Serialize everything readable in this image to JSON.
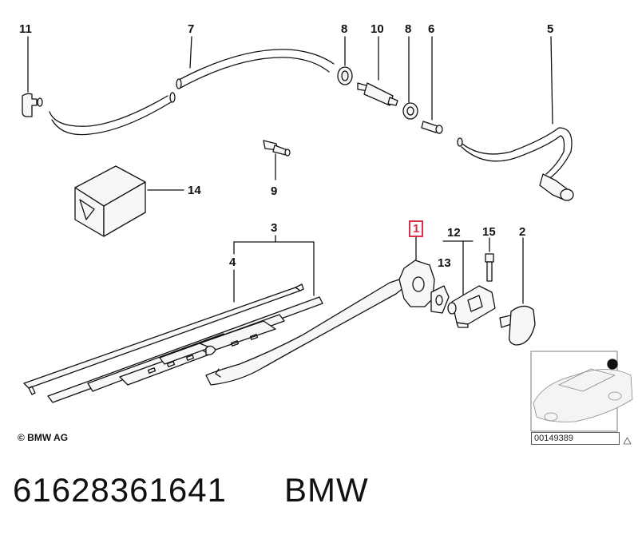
{
  "diagram": {
    "callouts": {
      "c11": "11",
      "c7": "7",
      "c8a": "8",
      "c10": "10",
      "c8b": "8",
      "c6": "6",
      "c5": "5",
      "c14": "14",
      "c9": "9",
      "c3": "3",
      "c4": "4",
      "c1": "1",
      "c12": "12",
      "c13": "13",
      "c15": "15",
      "c2": "2"
    },
    "copyright": "© BMW AG",
    "diagram_ref": "00149389"
  },
  "footer": {
    "part_number": "61628361641",
    "brand": "BMW"
  },
  "colors": {
    "line": "#111111",
    "highlight": "#d9304a",
    "fill": "#f7f7f7"
  }
}
